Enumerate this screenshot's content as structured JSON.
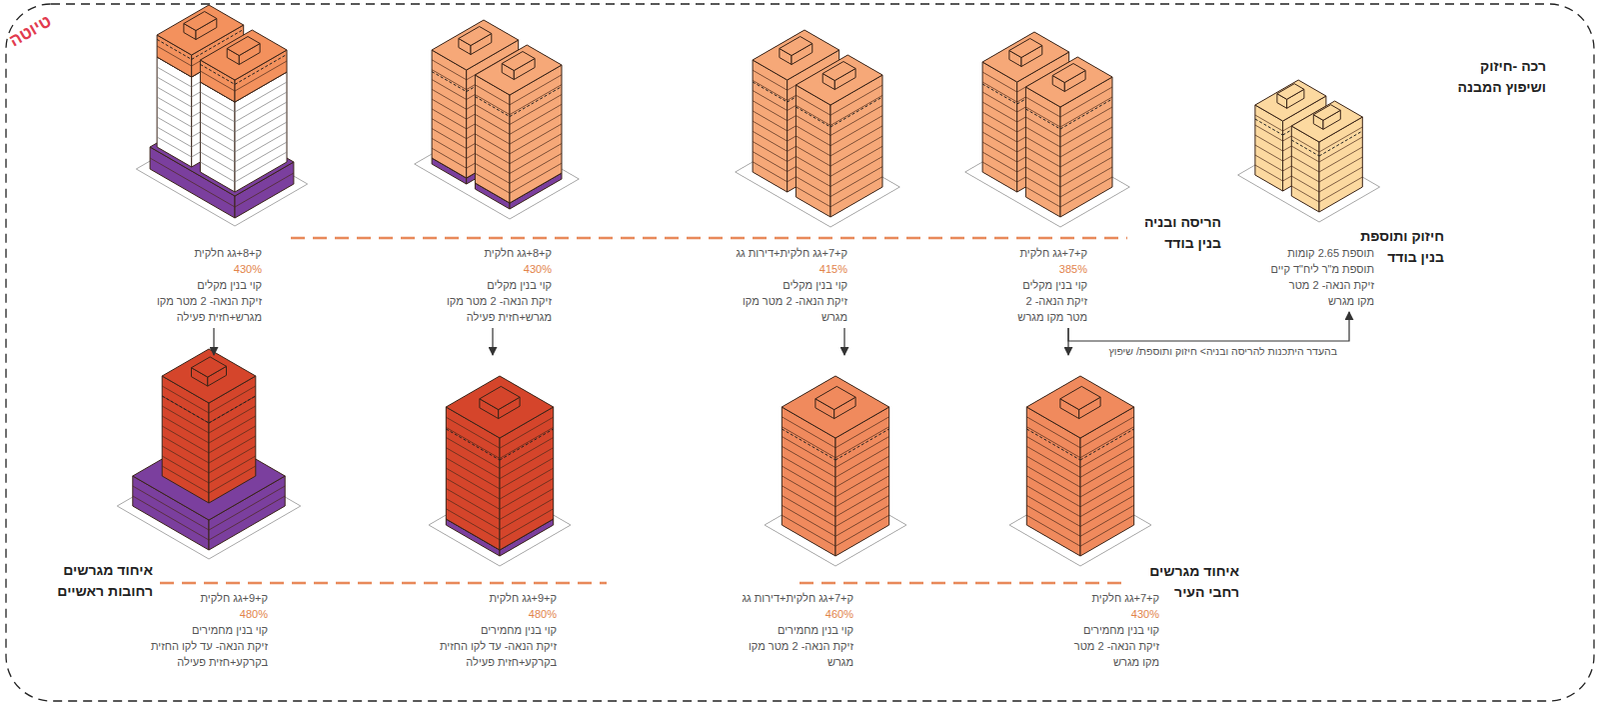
{
  "diagram": {
    "nodes": [
      {
        "text": [
          "תוספת 2.65 קומות",
          "תוספת מ\"ר ליח\"ד קיים",
          "זיקת הנאה- 2 מטר",
          "מקו מגרש"
        ]
      },
      {
        "text": [
          "ק+7+גג חלקית",
          "385%",
          "קוי בנין מקלים",
          "זיקת הנאה- 2",
          "מטר מקו מגרש"
        ]
      },
      {
        "text": [
          "ק+7+גג חלקית+דירות גג",
          "415%",
          "קוי בנין מקלים",
          "זיקת הנאה- 2 מטר מקו",
          "מגרש"
        ]
      },
      {
        "text": [
          "ק+8+גג חלקית",
          "430%",
          "קוי בנין מקלים",
          "זיקת הנאה- 2 מטר מקו",
          "מגרש+חזית פעילה"
        ]
      },
      {
        "text": [
          "ק+8+גג חלקית",
          "430%",
          "קוי בנין מקלים",
          "זיקת הנאה- 2 מטר מקו",
          "מגרש+חזית פעילה"
        ]
      },
      {
        "text": [
          "ק+7+גג חלקית",
          "430%",
          "קוי בנין מחמירים",
          "זיקת הנאה- 2 מטר",
          "מקו מגרש"
        ]
      },
      {
        "text": [
          "ק+7+גג חלקית+דירות גג",
          "460%",
          "קוי בנין מחמירים",
          "זיקת הנאה- 2 מטר מקו",
          "מגרש"
        ]
      },
      {
        "text": [
          "ק+9+גג חלקית",
          "480%",
          "קוי בנין מחמירים",
          "זיקת הנאה- עד לקו החזית",
          "בקרקע+חזית פעילה"
        ]
      },
      {
        "text": [
          "ק+9+גג חלקית",
          "480%",
          "קוי בנין מחמירים",
          "זיקת הנאה- עד לקו החזית",
          "בקרקע+חזית פעילה"
        ]
      }
    ],
    "edges": [
      {
        "from": 1,
        "to": 0,
        "arrow": "to",
        "label": "בהעדר היתכנות להריסה ובניה> חיזוק ותוספת/ שיפוץ"
      },
      {
        "from": 1,
        "to": 5,
        "arrow": "to"
      },
      {
        "from": 2,
        "to": 6,
        "arrow": "to"
      },
      {
        "from": 3,
        "to": 7,
        "arrow": "to"
      },
      {
        "from": 4,
        "to": 8,
        "arrow": "to"
      }
    ],
    "labels": [
      "טיוטה",
      "רכה -חיזוק ושיפוץ המבנה",
      "חיזוק ותוספת בנין בודד",
      "הריסה ובניה בנין בודד",
      "איחוד מגרשים רחבי העיר",
      "איחוד מגרשים רחובות ראשיים"
    ]
  }
}
